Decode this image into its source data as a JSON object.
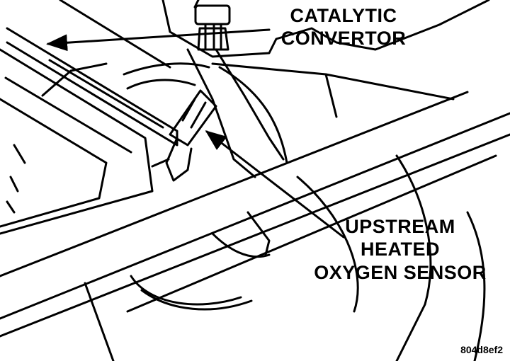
{
  "labels": {
    "catalytic_convertor": [
      "CATALYTIC",
      "CONVERTOR"
    ],
    "oxygen_sensor": [
      "UPSTREAM",
      "HEATED",
      "OXYGEN SENSOR"
    ]
  },
  "figure_id": "804d8ef2",
  "colors": {
    "ink": "#000000",
    "paper": "#ffffff"
  }
}
